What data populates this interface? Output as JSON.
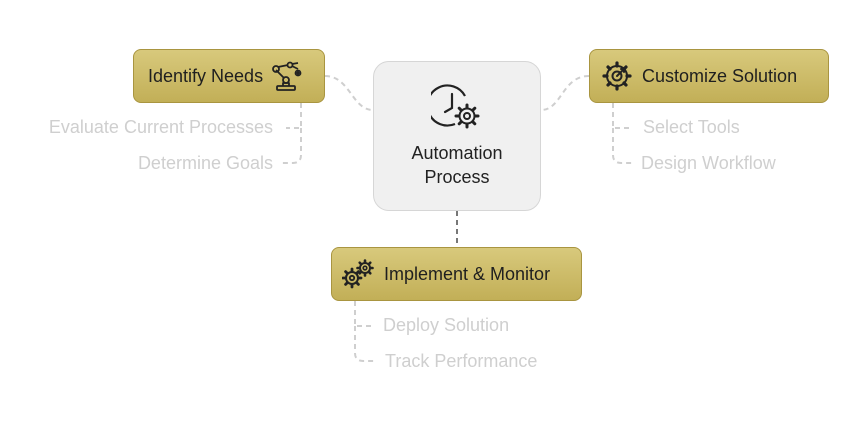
{
  "center": {
    "title_line1": "Automation",
    "title_line2": "Process",
    "icon": "clock-gear-icon"
  },
  "branches": {
    "identify": {
      "label": "Identify Needs",
      "icon": "robot-arm-icon",
      "items": [
        "Evaluate Current Processes",
        "Determine Goals"
      ]
    },
    "customize": {
      "label": "Customize Solution",
      "icon": "target-gear-icon",
      "items": [
        "Select Tools",
        "Design Workflow"
      ]
    },
    "implement": {
      "label": "Implement & Monitor",
      "icon": "gears-icon",
      "items": [
        "Deploy Solution",
        "Track Performance"
      ]
    }
  },
  "colors": {
    "node_fill": "#cdbb66",
    "node_border": "#a99540",
    "center_fill": "#f0f0f0",
    "center_border": "#d6d6d6",
    "connector": "#cfcfcf",
    "subtopic_text": "#cfcfcf"
  }
}
